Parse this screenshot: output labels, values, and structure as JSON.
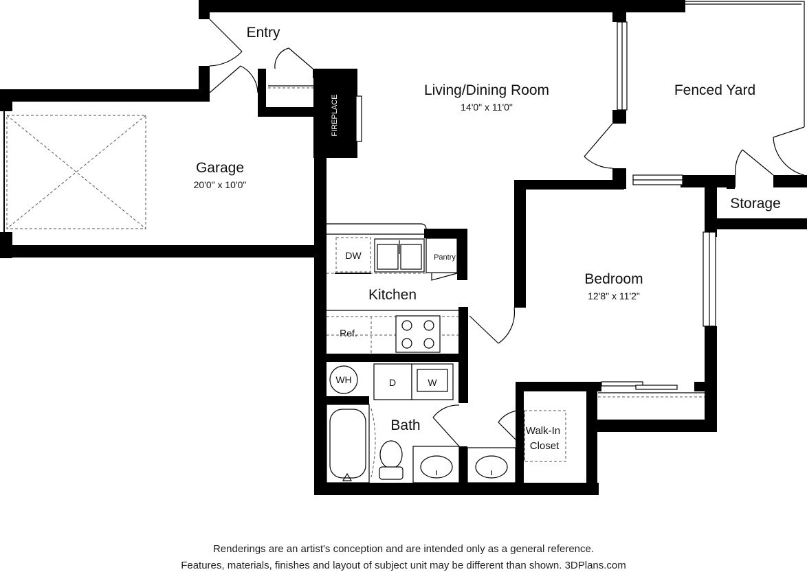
{
  "rooms": {
    "entry": {
      "name": "Entry"
    },
    "living": {
      "name": "Living/Dining Room",
      "dimensions": "14'0\" x 11'0\""
    },
    "yard": {
      "name": "Fenced Yard"
    },
    "garage": {
      "name": "Garage",
      "dimensions": "20'0\" x 10'0\""
    },
    "storage": {
      "name": "Storage"
    },
    "bedroom": {
      "name": "Bedroom",
      "dimensions": "12'8\" x 11'2\""
    },
    "kitchen": {
      "name": "Kitchen"
    },
    "bath": {
      "name": "Bath"
    },
    "closet": {
      "name_line1": "Walk-In",
      "name_line2": "Closet"
    }
  },
  "fixtures": {
    "fireplace": "FIREPLACE",
    "dishwasher": "DW",
    "pantry": "Pantry",
    "refrigerator": "Ref.",
    "water_heater": "WH",
    "dryer": "D",
    "washer": "W"
  },
  "footer": {
    "line1": "Renderings are an artist's conception and are intended only as a general reference.",
    "line2": "Features, materials, finishes and layout of subject unit may be different than shown. 3DPlans.com"
  }
}
